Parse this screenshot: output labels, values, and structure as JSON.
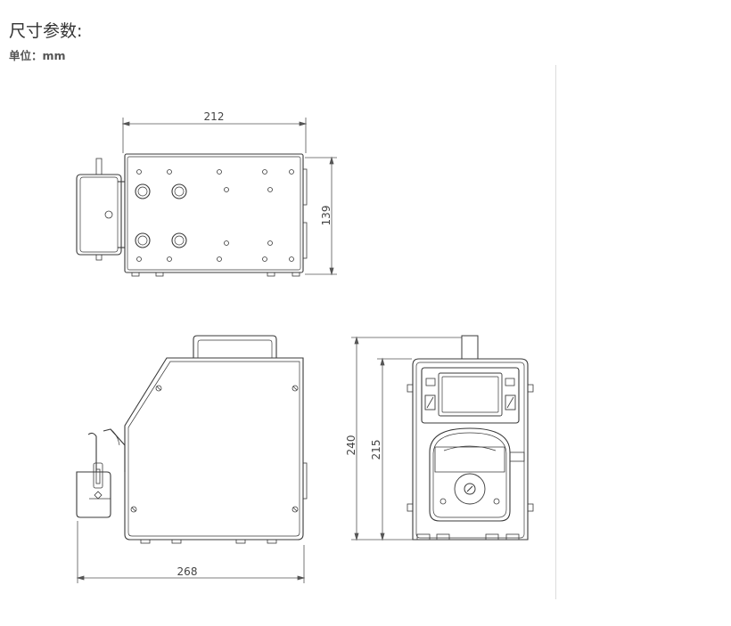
{
  "heading": {
    "title": "尺寸参数:",
    "unit": "单位：mm"
  },
  "dimensions": {
    "top_width": "212",
    "top_depth": "139",
    "side_length": "268",
    "front_total_height": "240",
    "front_body_height": "215"
  },
  "colors": {
    "line": "#3a3a3a",
    "dim_line": "#555555",
    "rule": "#dcdcdc"
  }
}
